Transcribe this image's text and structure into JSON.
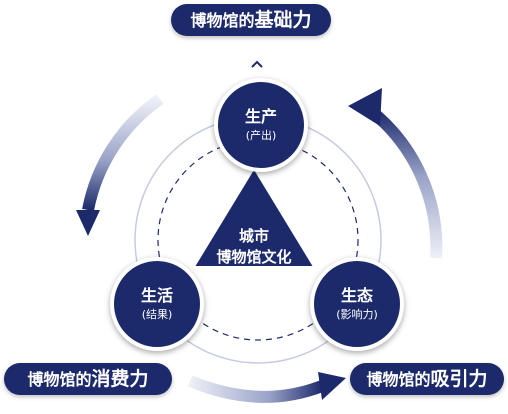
{
  "labels": {
    "top": {
      "pre": "博物馆的",
      "key": "基础力"
    },
    "left": {
      "pre": "博物馆的",
      "key": "消费力"
    },
    "right": {
      "pre": "博物馆的",
      "key": "吸引力"
    }
  },
  "nodes": {
    "production": {
      "title": "生产",
      "sub": "(产出)"
    },
    "life": {
      "title": "生活",
      "sub": "(结果)"
    },
    "ecology": {
      "title": "生态",
      "sub": "(影响力)"
    }
  },
  "center": {
    "line1": "城市",
    "line2": "博物馆文化"
  },
  "colors": {
    "navy": "#1c2a6b",
    "arrow_light": "#e6e9f4"
  }
}
